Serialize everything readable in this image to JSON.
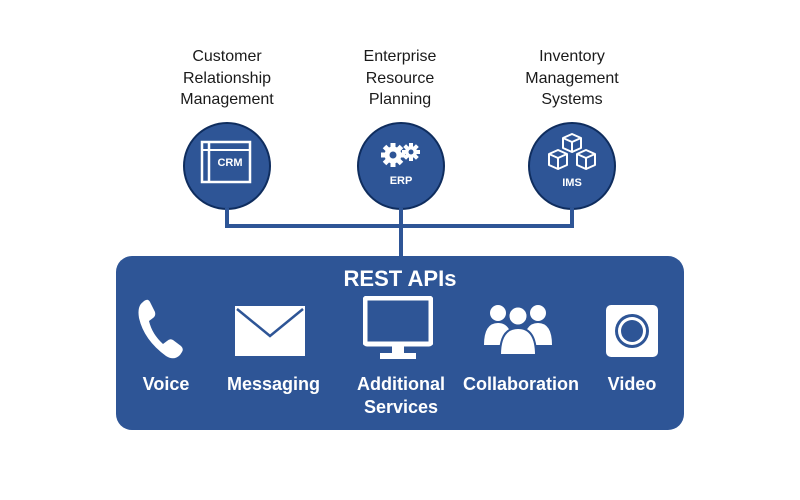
{
  "systems": [
    {
      "name": "Customer\nRelationship\nManagement",
      "abbr": "CRM",
      "icon": "crm-window-icon"
    },
    {
      "name": "Enterprise\nResource\nPlanning",
      "abbr": "ERP",
      "icon": "gears-icon"
    },
    {
      "name": "Inventory\nManagement\nSystems",
      "abbr": "IMS",
      "icon": "boxes-icon"
    }
  ],
  "panel": {
    "title": "REST APIs",
    "services": [
      {
        "label": "Voice",
        "icon": "phone-icon"
      },
      {
        "label": "Messaging",
        "icon": "envelope-icon"
      },
      {
        "label": "Additional\nServices",
        "icon": "monitor-icon"
      },
      {
        "label": "Collaboration",
        "icon": "people-icon"
      },
      {
        "label": "Video",
        "icon": "video-camera-icon"
      }
    ]
  },
  "colors": {
    "primary": "#2e5596",
    "outline": "#0f2d5e",
    "text": "#1a1a1a",
    "white": "#ffffff"
  }
}
